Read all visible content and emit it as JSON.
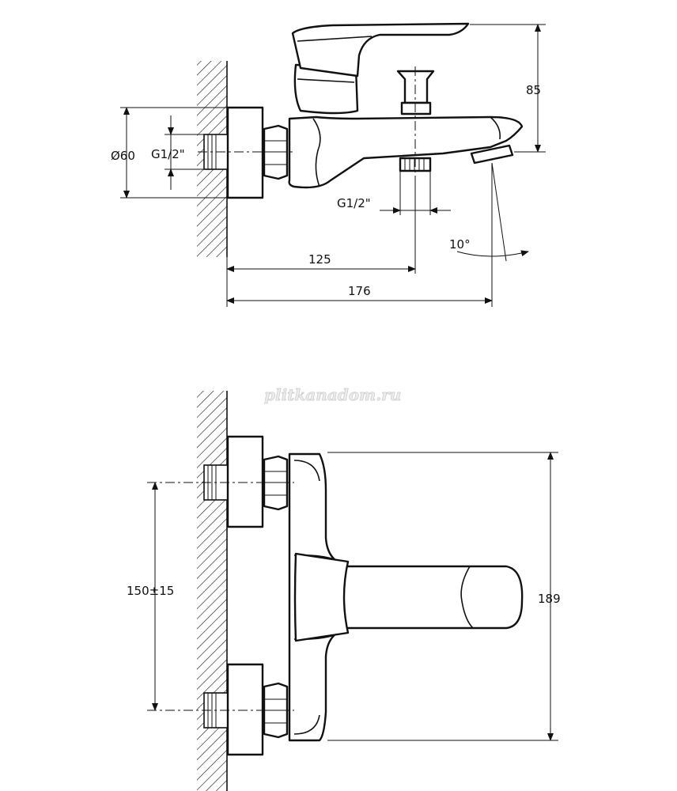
{
  "diagram": {
    "top_view": {
      "dim_outlet_height": "85",
      "dim_flange_diameter": "Ø60",
      "dim_wall_thread": "G1/2\"",
      "dim_outlet_thread": "G1/2\"",
      "dim_to_outlet": "125",
      "dim_total_depth": "176",
      "dim_spout_angle": "10°"
    },
    "front_view": {
      "dim_inlet_spacing": "150±15",
      "dim_total_width": "189"
    },
    "watermark": "plitkanadom.ru"
  }
}
